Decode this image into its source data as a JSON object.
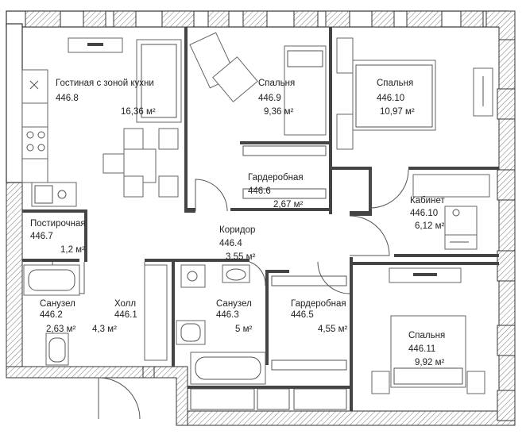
{
  "rooms": [
    {
      "id": "living",
      "name": "Гостиная с зоной кухни",
      "number": "446.8",
      "area": "16,36 м²"
    },
    {
      "id": "bed1",
      "name": "Спальня",
      "number": "446.9",
      "area": "9,36 м²"
    },
    {
      "id": "bed2",
      "name": "Спальня",
      "number": "446.10",
      "area": "10,97 м²"
    },
    {
      "id": "ward1",
      "name": "Гардеробная",
      "number": "446.6",
      "area": "2,67 м²"
    },
    {
      "id": "study",
      "name": "Кабинет",
      "number": "446.10",
      "area": "6,12 м²"
    },
    {
      "id": "laundry",
      "name": "Постирочная",
      "number": "446.7",
      "area": "1,2 м²"
    },
    {
      "id": "corridor",
      "name": "Коридор",
      "number": "446.4",
      "area": "3,55 м²"
    },
    {
      "id": "bath1",
      "name": "Санузел",
      "number": "446.2",
      "area": "2,63 м²"
    },
    {
      "id": "hall",
      "name": "Холл",
      "number": "446.1",
      "area": "4,3 м²"
    },
    {
      "id": "bath2",
      "name": "Санузел",
      "number": "446.3",
      "area": "5 м²"
    },
    {
      "id": "ward2",
      "name": "Гардеробная",
      "number": "446.5",
      "area": "4,55 м²"
    },
    {
      "id": "bed3",
      "name": "Спальня",
      "number": "446.11",
      "area": "9,92 м²"
    }
  ]
}
